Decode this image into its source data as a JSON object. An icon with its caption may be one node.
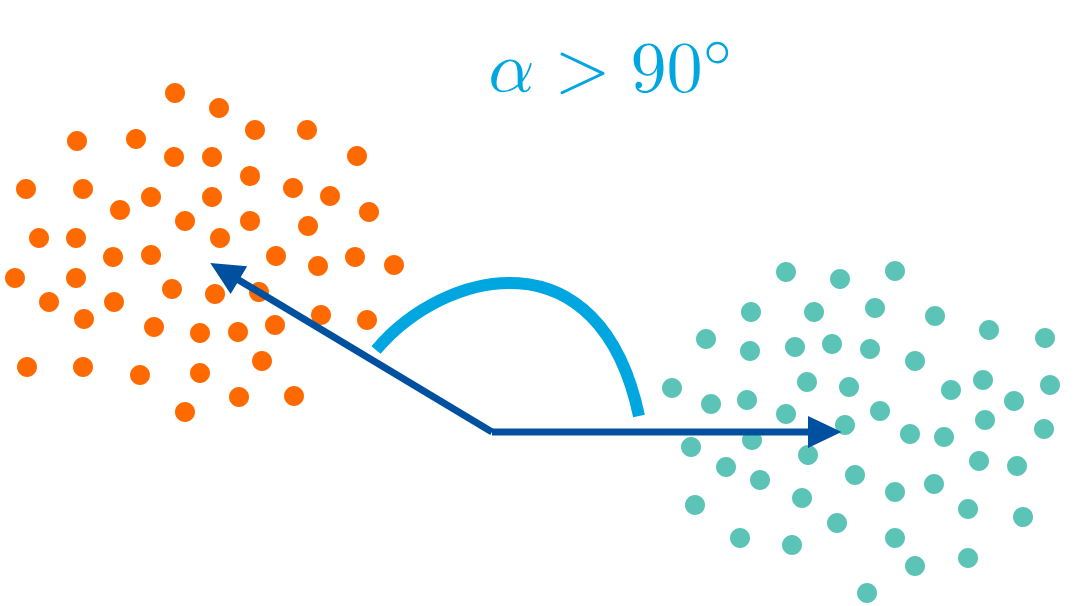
{
  "diagram": {
    "nodes": [
      {
        "text": [],
        "shape": "picture"
      },
      {
        "text": [],
        "shape": "picture"
      }
    ],
    "edges": [
      {
        "from": null,
        "to": 0,
        "arrow": "to"
      },
      {
        "from": null,
        "to": 1,
        "arrow": "to"
      }
    ],
    "labels": [
      "\\alpha > 90^{\\circ}"
    ]
  }
}
